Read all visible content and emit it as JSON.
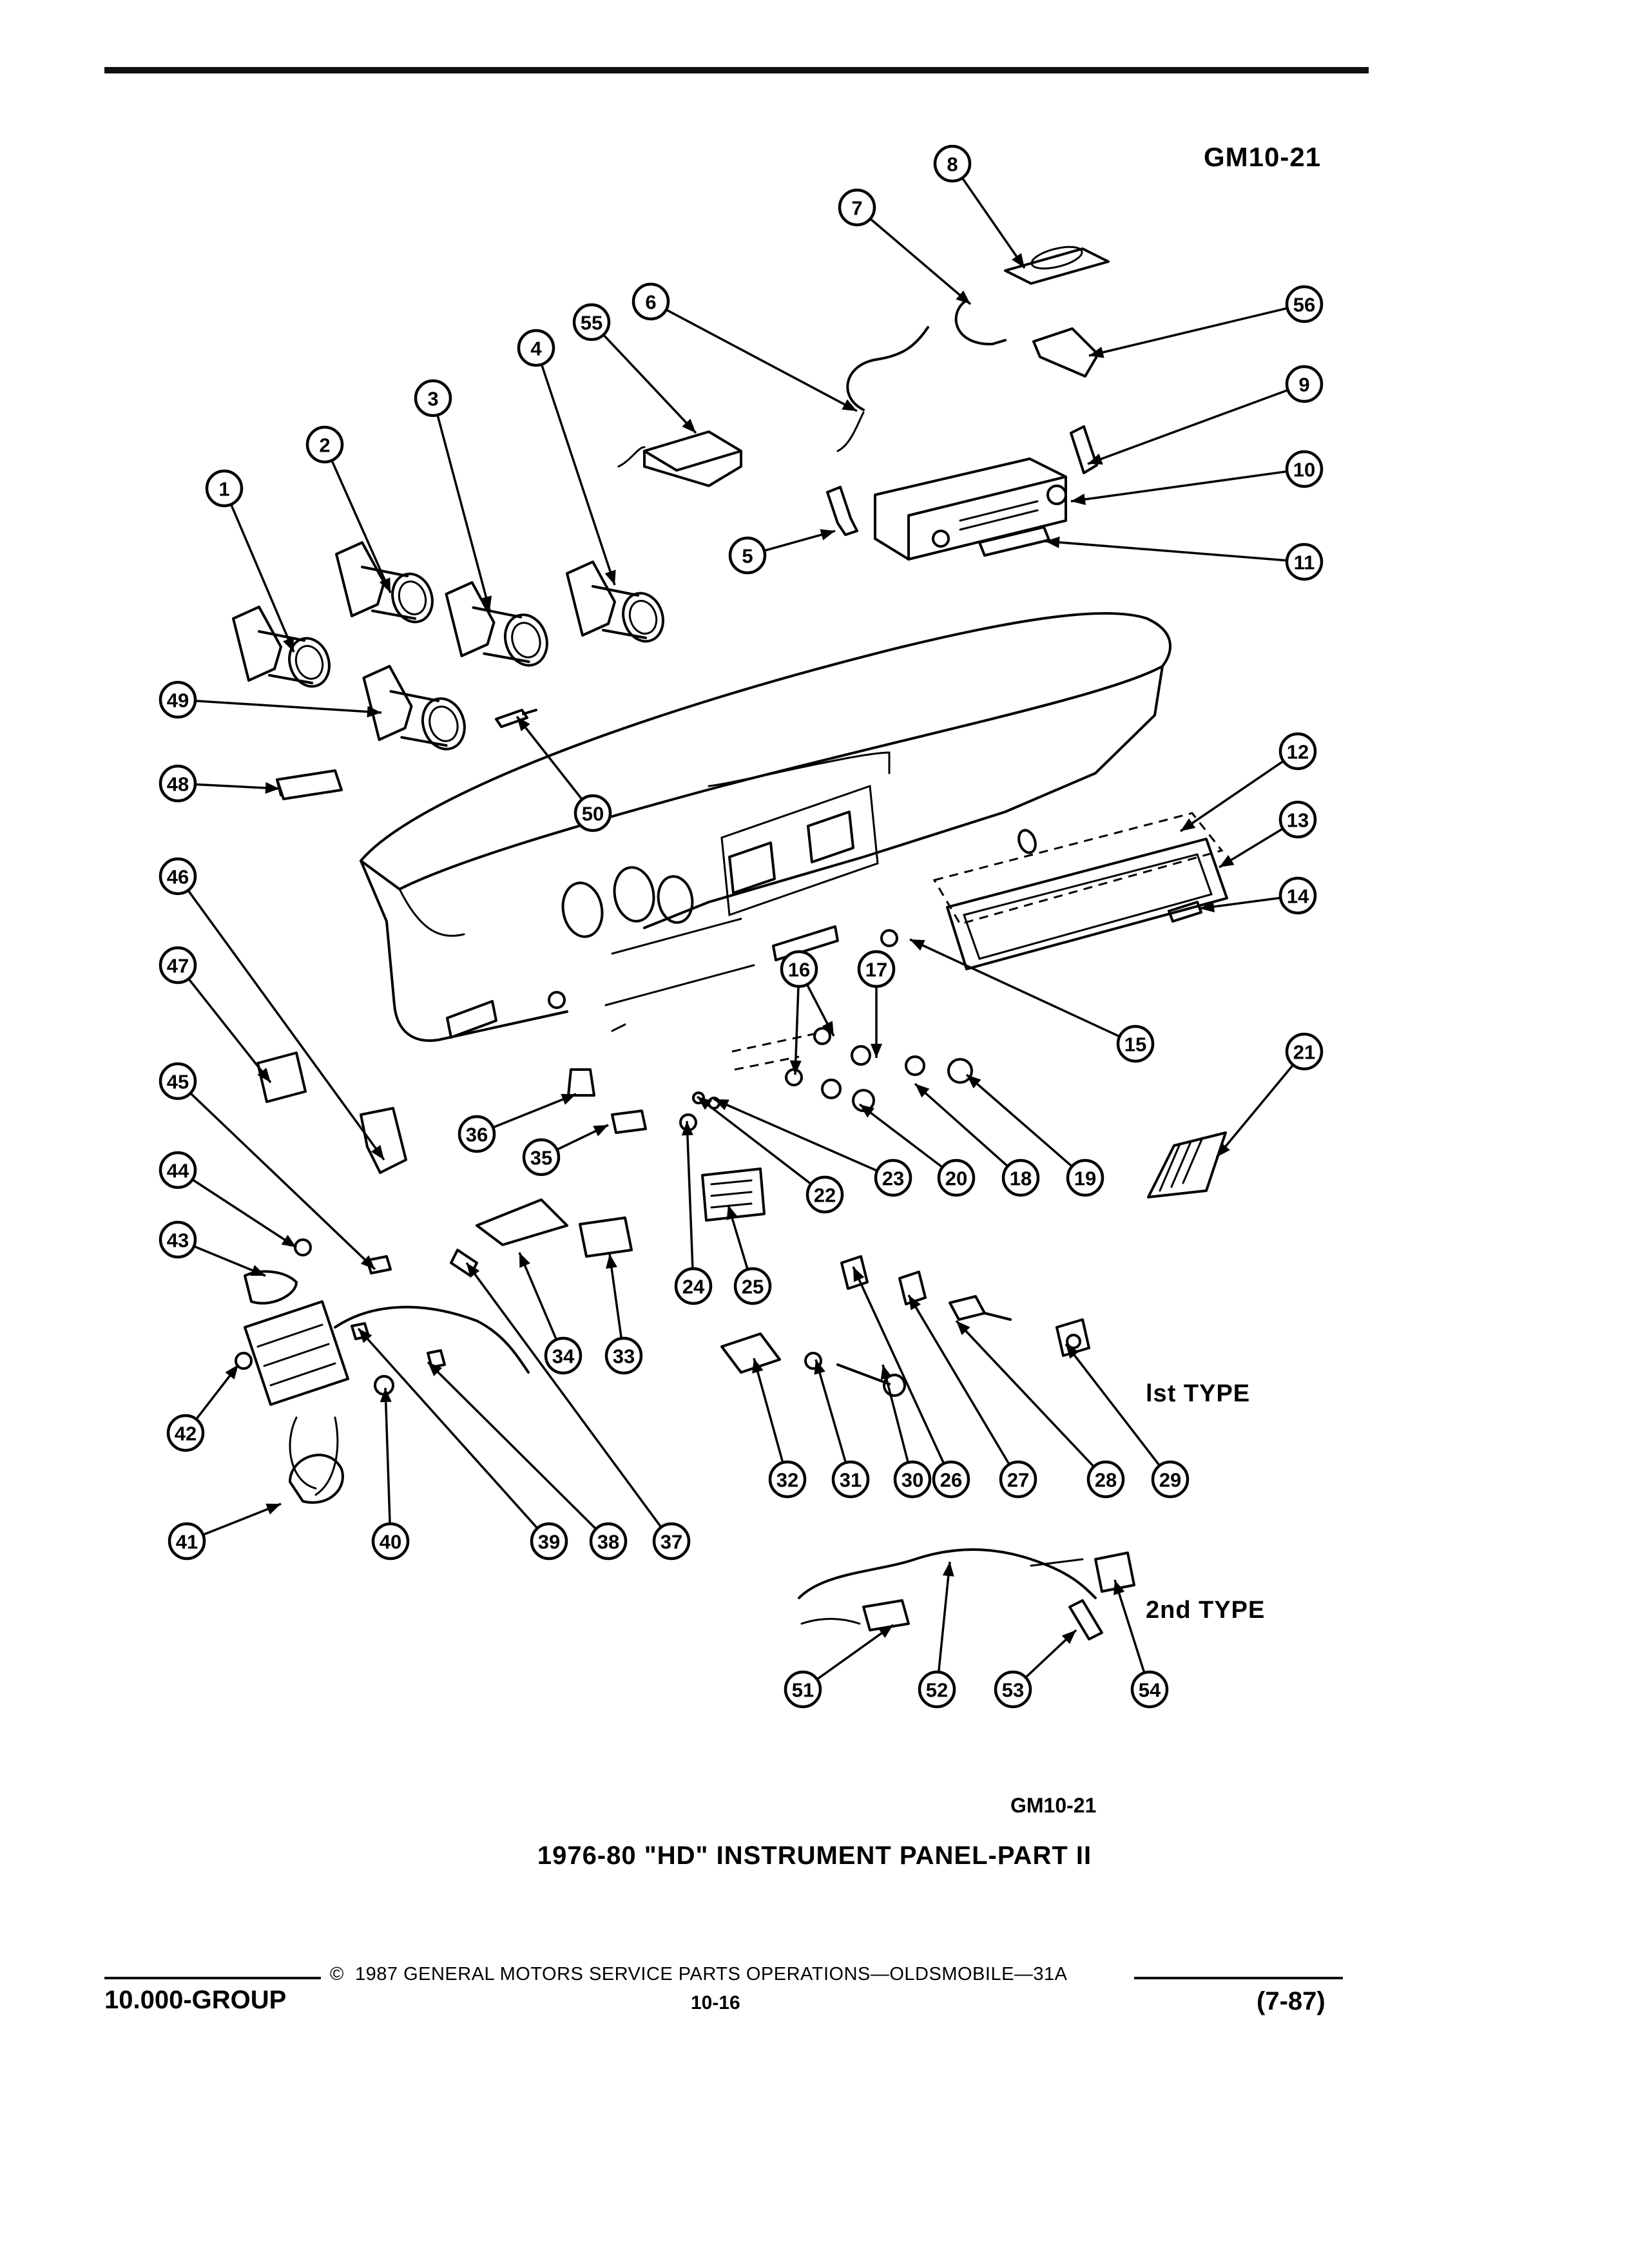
{
  "page": {
    "figure_id": "GM10-21",
    "caption": "1976-80 \"HD\" INSTRUMENT PANEL-PART II",
    "type_labels": {
      "first": "lst TYPE",
      "second": "2nd TYPE"
    },
    "footer": {
      "copyright_symbol": "©",
      "copyright": "1987 GENERAL MOTORS SERVICE PARTS OPERATIONS—OLDSMOBILE—31A",
      "group": "10.000-GROUP",
      "page_number": "10-16",
      "revision": "(7-87)"
    }
  },
  "callouts": [
    "1",
    "2",
    "3",
    "4",
    "5",
    "6",
    "7",
    "8",
    "9",
    "10",
    "11",
    "12",
    "13",
    "14",
    "15",
    "16",
    "17",
    "18",
    "19",
    "20",
    "21",
    "22",
    "23",
    "24",
    "25",
    "26",
    "27",
    "28",
    "29",
    "30",
    "31",
    "32",
    "33",
    "34",
    "35",
    "36",
    "37",
    "38",
    "39",
    "40",
    "41",
    "42",
    "43",
    "44",
    "45",
    "46",
    "47",
    "48",
    "49",
    "50",
    "51",
    "52",
    "53",
    "54",
    "55",
    "56"
  ]
}
